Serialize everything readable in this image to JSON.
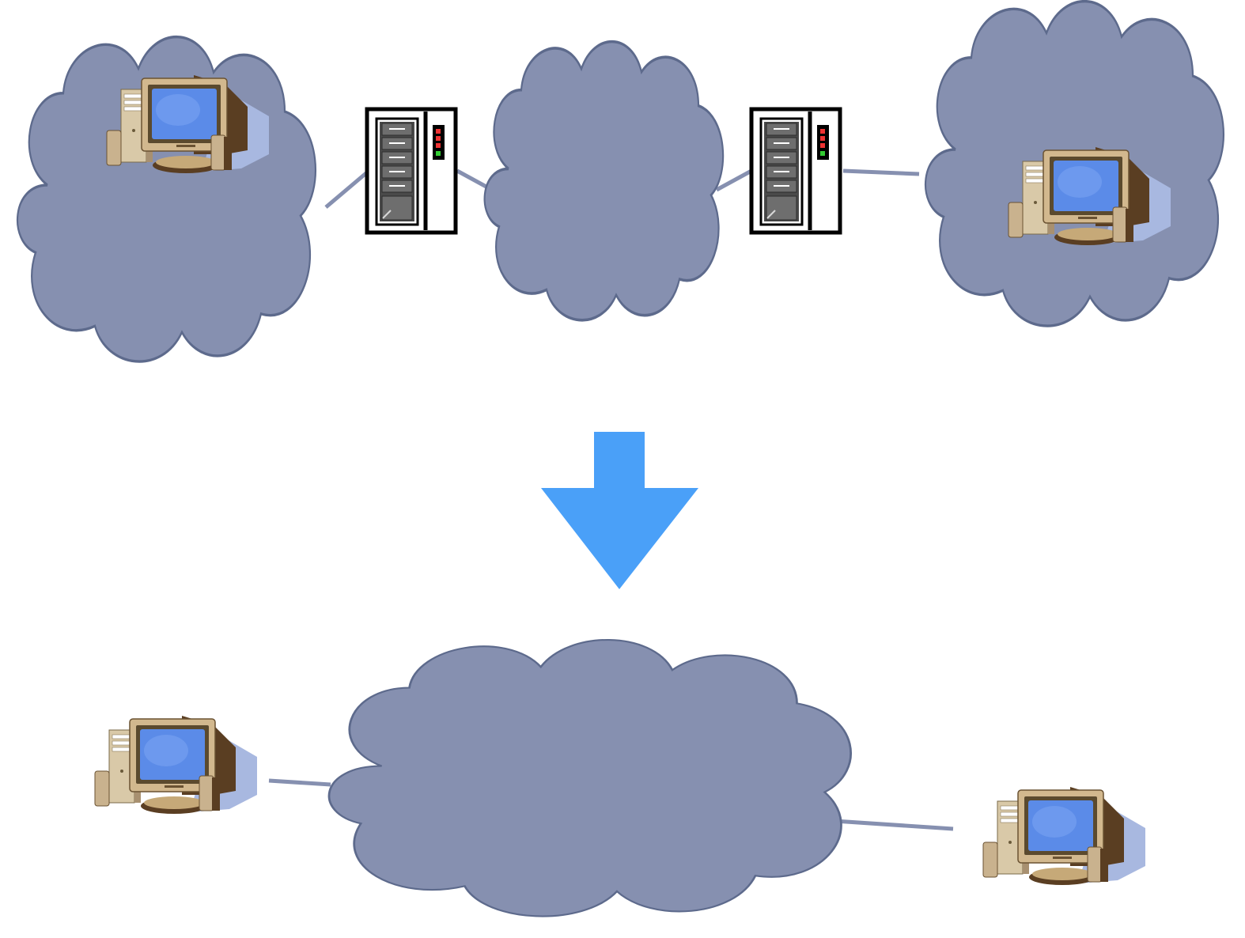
{
  "diagram": {
    "colors": {
      "background": "#ffffff",
      "cloud_fill": "#8690b0",
      "cloud_stroke": "#5d6a8c",
      "link": "#8690b0",
      "arrow": "#4aa0f8",
      "server_frame": "#000000",
      "monitor_screen": "#5b8be8",
      "computer_body": "#c9b28e"
    },
    "top_row": {
      "nodes": [
        {
          "kind": "cloud",
          "name": "network-cloud-left",
          "contains": "computer-icon"
        },
        {
          "kind": "server",
          "name": "router-server-icon"
        },
        {
          "kind": "cloud",
          "name": "network-cloud-middle",
          "contains": ""
        },
        {
          "kind": "server",
          "name": "router-server-icon"
        },
        {
          "kind": "cloud",
          "name": "network-cloud-right",
          "contains": "computer-icon"
        }
      ]
    },
    "arrow": {
      "direction": "down",
      "icon": "down-arrow-icon"
    },
    "bottom_row": {
      "nodes": [
        {
          "kind": "computer",
          "name": "computer-icon"
        },
        {
          "kind": "cloud",
          "name": "network-cloud-combined",
          "contains": ""
        },
        {
          "kind": "computer",
          "name": "computer-icon"
        }
      ]
    }
  }
}
